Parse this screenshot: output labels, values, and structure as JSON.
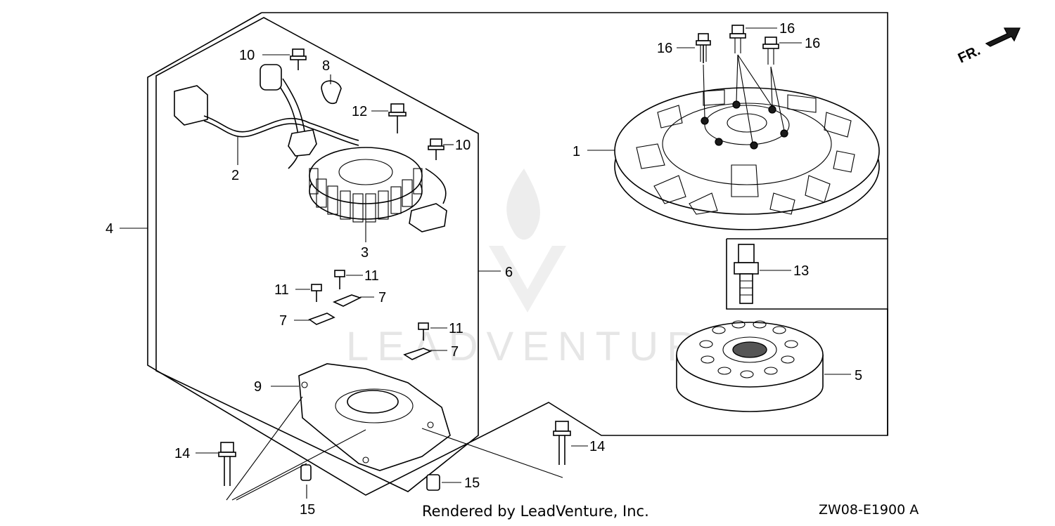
{
  "watermark": {
    "text": "LEADVENTURE"
  },
  "direction_label": "FR.",
  "footer": {
    "rendered_by": "Rendered by LeadVenture, Inc.",
    "diagram_code": "ZW08-E1900 A"
  },
  "callouts": {
    "c1": "1",
    "c2": "2",
    "c3": "3",
    "c4": "4",
    "c5": "5",
    "c6": "6",
    "c7a": "7",
    "c7b": "7",
    "c7c": "7",
    "c8": "8",
    "c9": "9",
    "c10a": "10",
    "c10b": "10",
    "c11a": "11",
    "c11b": "11",
    "c11c": "11",
    "c12": "12",
    "c13": "13",
    "c14a": "14",
    "c14b": "14",
    "c15a": "15",
    "c15b": "15",
    "c16a": "16",
    "c16b": "16",
    "c16c": "16"
  }
}
